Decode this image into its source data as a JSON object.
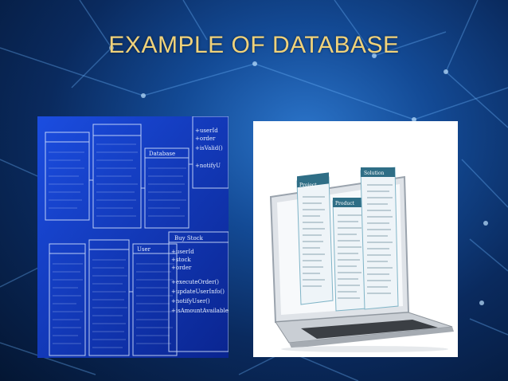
{
  "slide": {
    "title": "EXAMPLE OF DATABASE"
  },
  "images": {
    "left_diagram": {
      "description_icon": "uml-class-diagram-image",
      "box_headers": [
        "Database",
        "Buy Stock",
        "User"
      ],
      "labels": [
        "+isValid()",
        "+notifyU",
        "+executeOrder()",
        "+updateUserInfo()",
        "+notifyUser()",
        "+isAmountAvailable()",
        "+stock",
        "+userId",
        "+order"
      ]
    },
    "right_laptop": {
      "description_icon": "laptop-image",
      "panel_titles": [
        "Project",
        "Product",
        "Solution"
      ]
    }
  },
  "colors": {
    "title": "#f0d27a",
    "background": "#0a2a5e",
    "diagram_bg": "#0b2fa8"
  }
}
